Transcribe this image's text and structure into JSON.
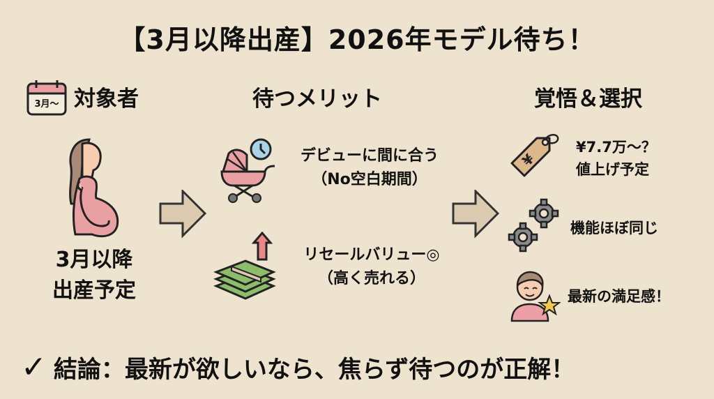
{
  "title": "【3月以降出産】2026年モデル待ち！",
  "colors": {
    "background": "#ede3cf",
    "pink": "#e9a0a3",
    "arrow_fill": "#dccab0",
    "gray_gear": "#8a8a8a",
    "tag": "#dcb88c",
    "money": "#8dbd6b",
    "clock": "#a9d4e6",
    "star": "#f2c94c"
  },
  "left": {
    "heading": "対象者",
    "calendar_icon_text": "3月〜",
    "label_line1": "3月以降",
    "label_line2": "出産予定"
  },
  "middle": {
    "heading": "待つメリット",
    "items": [
      {
        "line1": "デビューに間に合う",
        "line2": "（No空白期間）"
      },
      {
        "line1": "リセールバリュー◎",
        "line2": "（高く売れる）"
      }
    ]
  },
  "right": {
    "heading": "覚悟＆選択",
    "items": [
      {
        "line1": "¥7.7万〜？",
        "line2": "値上げ予定"
      },
      {
        "line1": "機能ほぼ同じ"
      },
      {
        "line1": "最新の満足感！"
      }
    ]
  },
  "conclusion": {
    "check": "✓",
    "text": "結論：最新が欲しいなら、焦らず待つのが正解！"
  }
}
